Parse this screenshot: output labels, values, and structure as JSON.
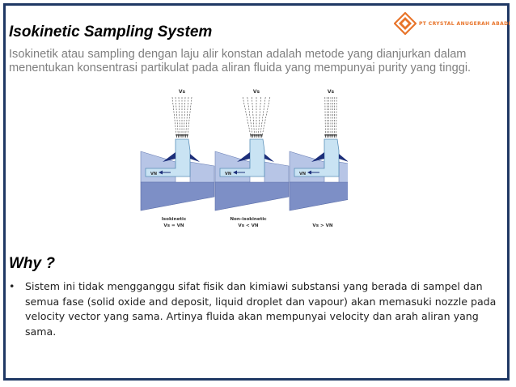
{
  "header": {
    "logo_text": "PT CRYSTAL ANUGERAH ABADI"
  },
  "title": "Isokinetic Sampling System",
  "intro": "Isokinetik atau sampling dengan laju alir konstan adalah metode yang dianjurkan dalam menentukan konsentrasi partikulat pada aliran fluida yang mempunyai purity yang tinggi.",
  "figure": {
    "panels": [
      {
        "top_label": "Vs",
        "pipe_label": "VN",
        "caption": "Isokinetic",
        "subcaption": "Vs = VN"
      },
      {
        "top_label": "Vs",
        "pipe_label": "VN",
        "caption": "Non-isokinetic",
        "subcaption": "Vs < VN"
      },
      {
        "top_label": "Vs",
        "pipe_label": "VN",
        "caption": "",
        "subcaption": "Vs > VN"
      }
    ]
  },
  "why_heading": "Why ?",
  "bullets": [
    {
      "symbol": "•",
      "text": "Sistem ini tidak mengganggu sifat fisik dan kimiawi substansi yang berada di sampel dan semua fase (solid oxide and deposit, liquid droplet dan vapour) akan memasuki nozzle pada velocity vector yang sama. Artinya fluida akan mempunyai velocity dan arah aliran yang sama."
    }
  ],
  "colors": {
    "frame": "#1f3864",
    "logo": "#e8742a",
    "intro_text": "#7f7f7f",
    "pipe_fill": "#b7c5e6",
    "probe_fill": "#c9e3f3",
    "deposit": "#1d2f7a"
  }
}
